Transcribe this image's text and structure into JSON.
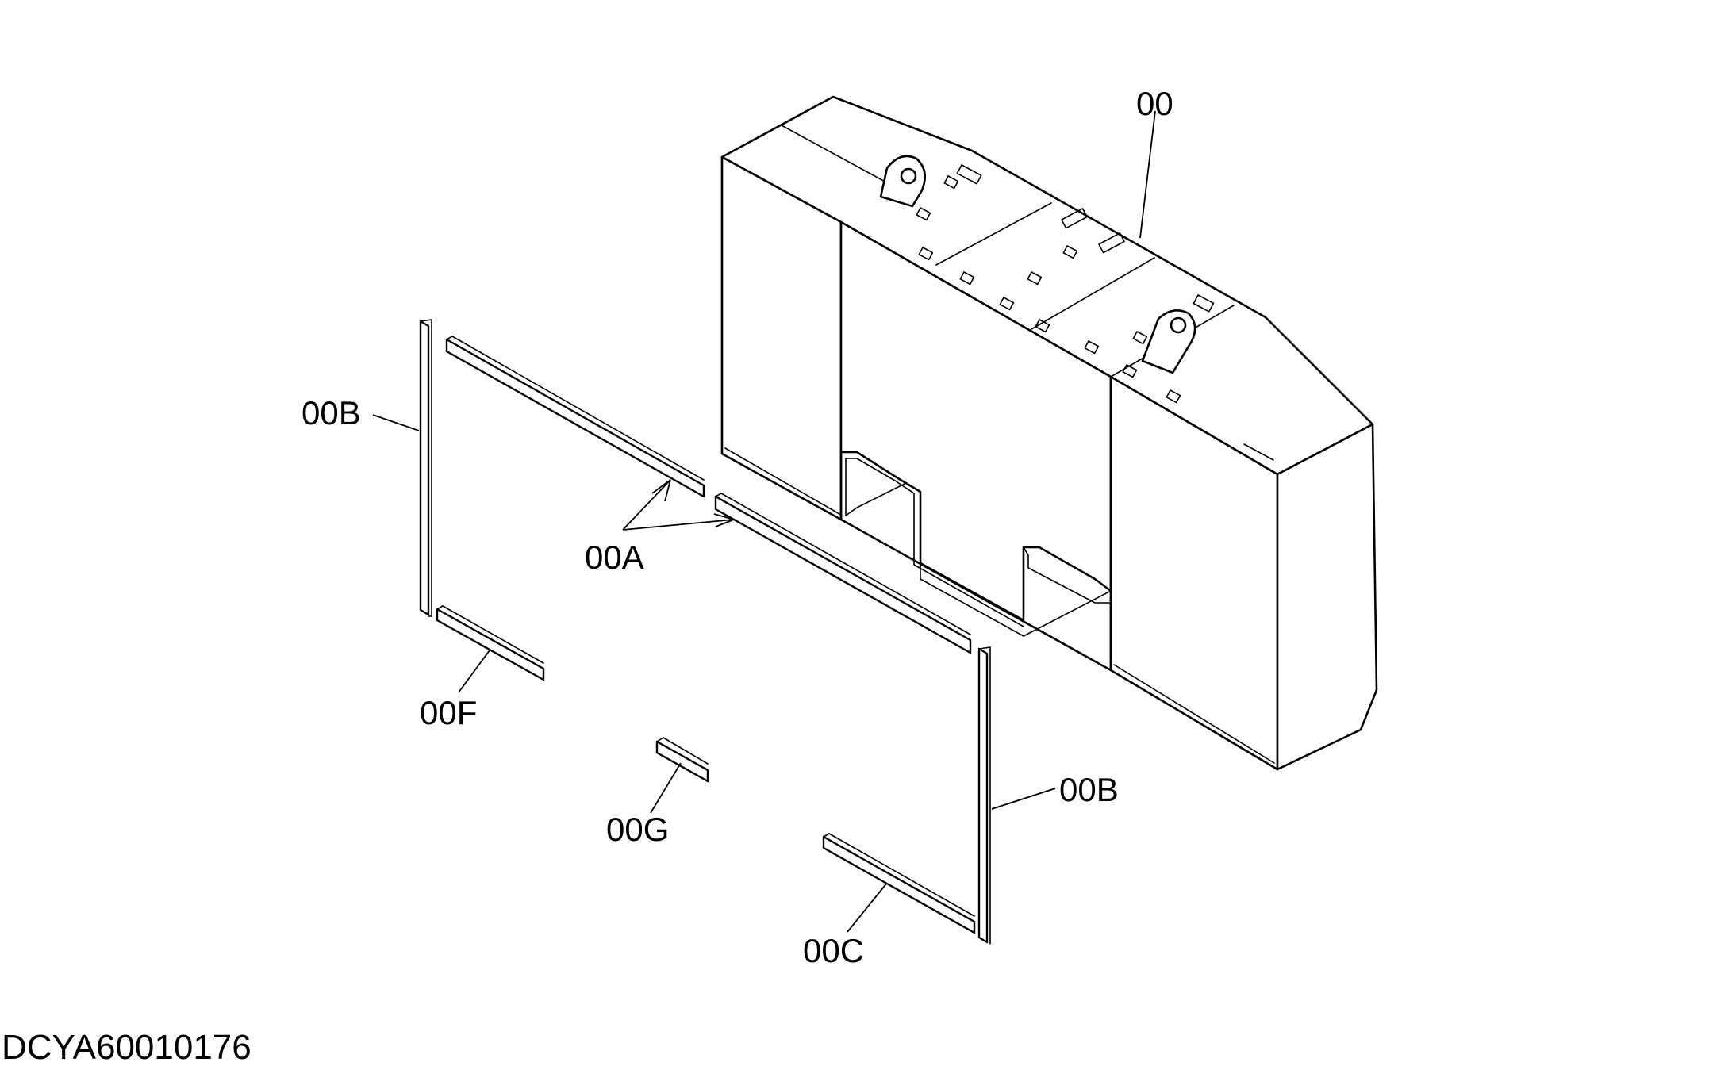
{
  "callouts": {
    "main": "00",
    "side_left": "00B",
    "top_strips": "00A",
    "bottom_left": "00F",
    "small_pad": "00G",
    "side_right": "00B",
    "bottom_right": "00C"
  },
  "drawing_number": "DCYA60010176"
}
